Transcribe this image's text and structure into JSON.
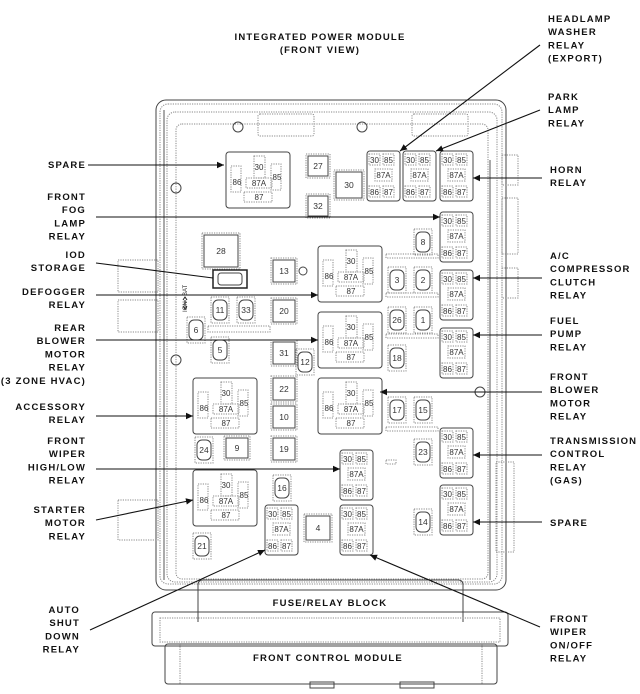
{
  "title": {
    "line1": "INTEGRATED POWER MODULE",
    "line2": "(FRONT VIEW)"
  },
  "regions": {
    "fuse_relay_block": "FUSE/RELAY BLOCK",
    "front_control_module": "FRONT CONTROL MODULE"
  },
  "callouts": {
    "left": [
      {
        "id": "spare-left",
        "lines": [
          "SPARE"
        ]
      },
      {
        "id": "front-fog-lamp-relay",
        "lines": [
          "FRONT",
          "FOG",
          "LAMP",
          "RELAY"
        ]
      },
      {
        "id": "iod-storage",
        "lines": [
          "IOD",
          "STORAGE"
        ]
      },
      {
        "id": "defogger-relay",
        "lines": [
          "DEFOGGER",
          "RELAY"
        ]
      },
      {
        "id": "rear-blower-motor-relay",
        "lines": [
          "REAR",
          "BLOWER",
          "MOTOR",
          "RELAY",
          "(3 ZONE HVAC)"
        ]
      },
      {
        "id": "accessory-relay",
        "lines": [
          "ACCESSORY",
          "RELAY"
        ]
      },
      {
        "id": "front-wiper-high-low-relay",
        "lines": [
          "FRONT",
          "WIPER",
          "HIGH/LOW",
          "RELAY"
        ]
      },
      {
        "id": "starter-motor-relay",
        "lines": [
          "STARTER",
          "MOTOR",
          "RELAY"
        ]
      },
      {
        "id": "auto-shut-down-relay",
        "lines": [
          "AUTO",
          "SHUT",
          "DOWN",
          "RELAY"
        ]
      }
    ],
    "right": [
      {
        "id": "headlamp-washer-relay",
        "lines": [
          "HEADLAMP",
          "WASHER",
          "RELAY",
          "(EXPORT)"
        ]
      },
      {
        "id": "park-lamp-relay",
        "lines": [
          "PARK",
          "LAMP",
          "RELAY"
        ]
      },
      {
        "id": "horn-relay",
        "lines": [
          "HORN",
          "RELAY"
        ]
      },
      {
        "id": "ac-compressor-clutch-relay",
        "lines": [
          "A/C",
          "COMPRESSOR",
          "CLUTCH",
          "RELAY"
        ]
      },
      {
        "id": "fuel-pump-relay",
        "lines": [
          "FUEL",
          "PUMP",
          "RELAY"
        ]
      },
      {
        "id": "front-blower-motor-relay",
        "lines": [
          "FRONT",
          "BLOWER",
          "MOTOR",
          "RELAY"
        ]
      },
      {
        "id": "transmission-control-relay",
        "lines": [
          "TRANSMISSION",
          "CONTROL",
          "RELAY",
          "(GAS)"
        ]
      },
      {
        "id": "spare-right",
        "lines": [
          "SPARE"
        ]
      },
      {
        "id": "front-wiper-on-off-relay",
        "lines": [
          "FRONT",
          "WIPER",
          "ON/OFF",
          "RELAY"
        ]
      }
    ]
  },
  "relay_pins": {
    "p30": "30",
    "p85": "85",
    "p86": "86",
    "p87": "87",
    "p87a": "87A"
  },
  "fuses": {
    "square": [
      "27",
      "32",
      "30",
      "28",
      "13",
      "20",
      "31",
      "22",
      "10",
      "19",
      "9",
      "4"
    ],
    "mini": [
      "8",
      "3",
      "2",
      "26",
      "1",
      "18",
      "17",
      "15",
      "23",
      "14",
      "11",
      "33",
      "6",
      "5",
      "12",
      "24",
      "16",
      "21"
    ]
  },
  "ign_bat_label": {
    "ign": "IGN",
    "bat": "BAT"
  }
}
